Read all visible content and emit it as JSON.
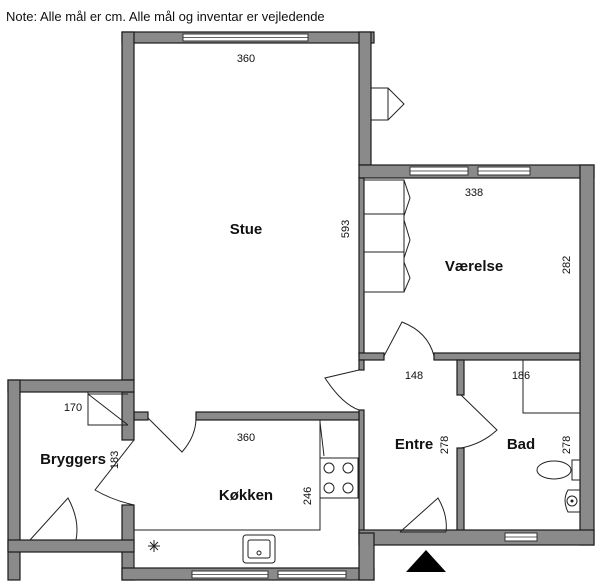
{
  "note": "Note: Alle mål er cm. Alle mål og inventar er vejledende",
  "rooms": {
    "stue": {
      "label": "Stue",
      "width": "360",
      "depth": "593"
    },
    "vaerelse": {
      "label": "Værelse",
      "width": "338",
      "depth": "282"
    },
    "entre": {
      "label": "Entre",
      "width": "148",
      "depth": "278"
    },
    "bad": {
      "label": "Bad",
      "width": "186",
      "depth": "278"
    },
    "bryggers": {
      "label": "Bryggers",
      "width": "170",
      "depth": "183"
    },
    "koekken": {
      "label": "Køkken",
      "width": "360",
      "depth": "246"
    }
  },
  "icons": {
    "entrance": "entrance-arrow-icon",
    "hob": "hob-icon",
    "sink": "sink-icon",
    "toilet": "toilet-icon",
    "washbasin": "washbasin-icon",
    "installation": "installation-star-icon"
  },
  "colors": {
    "wall": "#8a8a8a",
    "outline": "#1a1a1a",
    "background": "#ffffff"
  }
}
